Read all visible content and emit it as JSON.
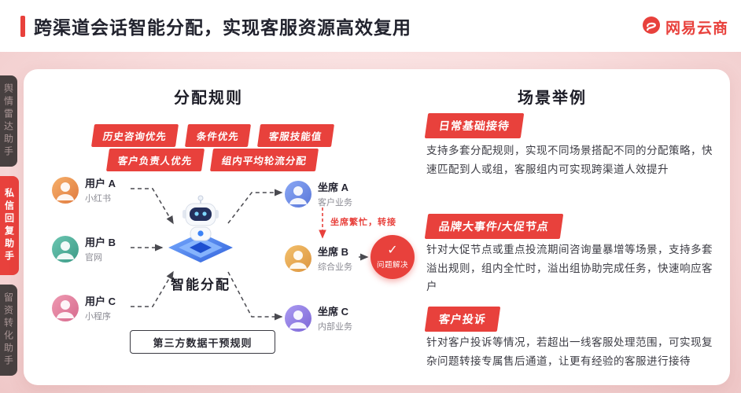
{
  "header": {
    "title": "跨渠道会话智能分配，实现客服资源高效复用",
    "brand": "网易云商"
  },
  "sidebar": {
    "tabs": [
      {
        "label": "舆情雷达助手",
        "active": false
      },
      {
        "label": "私信回复助手",
        "active": true
      },
      {
        "label": "留资转化助手",
        "active": false
      }
    ]
  },
  "rules": {
    "section_title": "分配规则",
    "tags_row1": [
      "历史咨询优先",
      "条件优先",
      "客服技能值"
    ],
    "tags_row2": [
      "客户负责人优先",
      "组内平均轮流分配"
    ],
    "users": [
      {
        "name": "用户 A",
        "channel": "小红书"
      },
      {
        "name": "用户 B",
        "channel": "官网"
      },
      {
        "name": "用户 C",
        "channel": "小程序"
      }
    ],
    "engine_label": "智能分配",
    "agents": [
      {
        "name": "坐席 A",
        "team": "客户业务"
      },
      {
        "name": "坐席 B",
        "team": "综合业务"
      },
      {
        "name": "坐席 C",
        "team": "内部业务"
      }
    ],
    "transfer_note": "坐席繁忙，转接",
    "result": "问题解决",
    "footer_rule": "第三方数据干预规则"
  },
  "scenarios": {
    "section_title": "场景举例",
    "items": [
      {
        "label": "日常基础接待",
        "text": "支持多套分配规则，实现不同场景搭配不同的分配策略，快速匹配到人或组，客服组内可实现跨渠道人效提升"
      },
      {
        "label": "品牌大事件/大促节点",
        "text": "针对大促节点或重点投流期间咨询量暴增等场景，支持多套溢出规则，组内全忙时，溢出组协助完成任务，快速响应客户"
      },
      {
        "label": "客户投诉",
        "text": "针对客户投诉等情况，若超出一线客服处理范围，可实现复杂问题转接专属售后通道，让更有经验的客服进行接待"
      }
    ]
  },
  "icons": {
    "check": "✓"
  },
  "colors": {
    "accent": "#e8413c"
  }
}
